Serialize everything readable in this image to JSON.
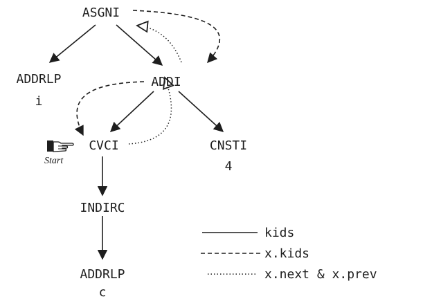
{
  "nodes": {
    "asgni": "ASGNI",
    "addrlp_i": "ADDRLP",
    "addrlp_i_sub": "i",
    "addi": "ADDI",
    "cvci": "CVCI",
    "cnsti": "CNSTI",
    "cnsti_sub": "4",
    "indirc": "INDIRC",
    "addrlp_c": "ADDRLP",
    "addrlp_c_sub": "c"
  },
  "start_label": "Start",
  "icons": {
    "start_marker": "pointing-hand-icon"
  },
  "legend": {
    "kids": "kids",
    "xkids": "x.kids",
    "xnext": "x.next & x.prev"
  }
}
